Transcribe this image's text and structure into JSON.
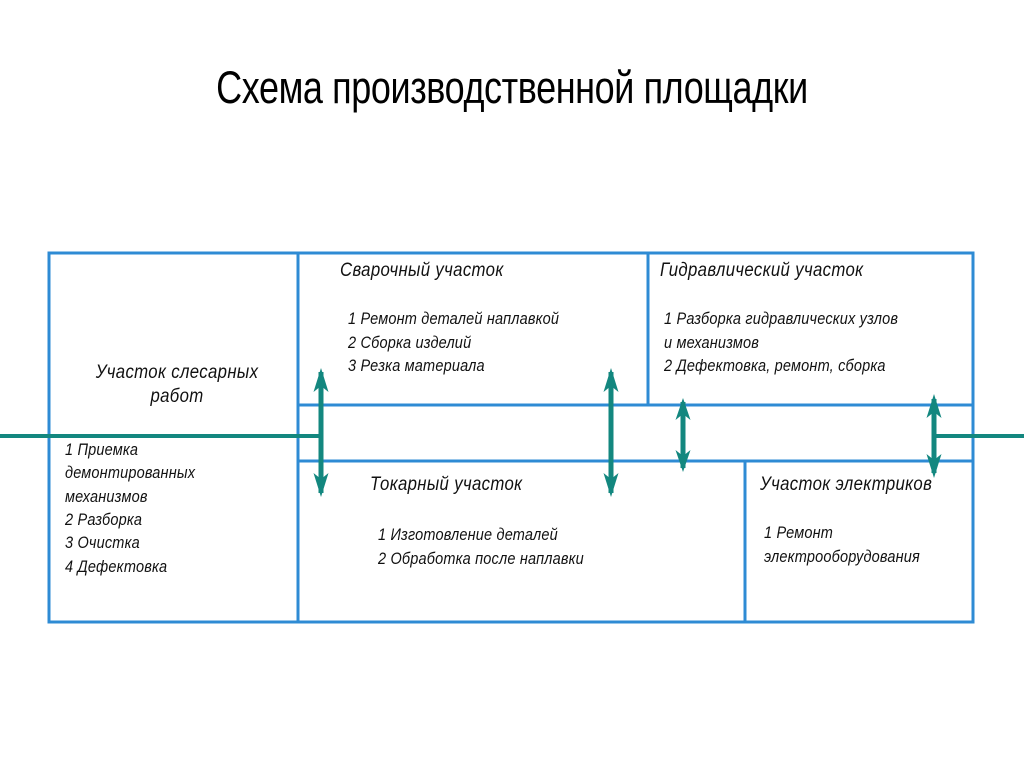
{
  "slide": {
    "title": "Схема производственной площадки",
    "background": "#ffffff"
  },
  "colors": {
    "box_border": "#2E8BD4",
    "flow_line": "#13877F",
    "text": "#111111",
    "title_text": "#000000"
  },
  "diagram": {
    "type": "block-layout",
    "sections": [
      {
        "id": "locksmith",
        "heading": "Участок слесарных",
        "heading2": "работ",
        "items": [
          "1 Приемка",
          "демонтированных",
          "механизмов",
          "2 Разборка",
          "3 Очистка",
          "4 Дефектовка"
        ]
      },
      {
        "id": "welding",
        "heading": "Сварочный участок",
        "items": [
          "1 Ремонт деталей наплавкой",
          "2 Сборка изделий",
          "3 Резка материала"
        ]
      },
      {
        "id": "hydraulic",
        "heading": "Гидравлический участок",
        "items": [
          "1 Разборка гидравлических узлов",
          "и механизмов",
          "2 Дефектовка, ремонт, сборка"
        ]
      },
      {
        "id": "turning",
        "heading": "Токарный участок",
        "items": [
          "1 Изготовление деталей",
          "2 Обработка после наплавки"
        ]
      },
      {
        "id": "electric",
        "heading": "Участок электриков",
        "items": [
          "1 Ремонт",
          "электрооборудования"
        ]
      }
    ],
    "connectors": [
      {
        "id": "arrow-welding-turning",
        "kind": "double-arrow-vertical"
      },
      {
        "id": "arrow-welding-turning-right",
        "kind": "double-arrow-vertical"
      },
      {
        "id": "arrow-hydraulic-turning",
        "kind": "double-arrow-vertical"
      },
      {
        "id": "arrow-hydraulic-electric",
        "kind": "double-arrow-vertical"
      },
      {
        "id": "flow-line-left",
        "kind": "horizontal-line"
      },
      {
        "id": "flow-line-right",
        "kind": "horizontal-line"
      }
    ]
  }
}
